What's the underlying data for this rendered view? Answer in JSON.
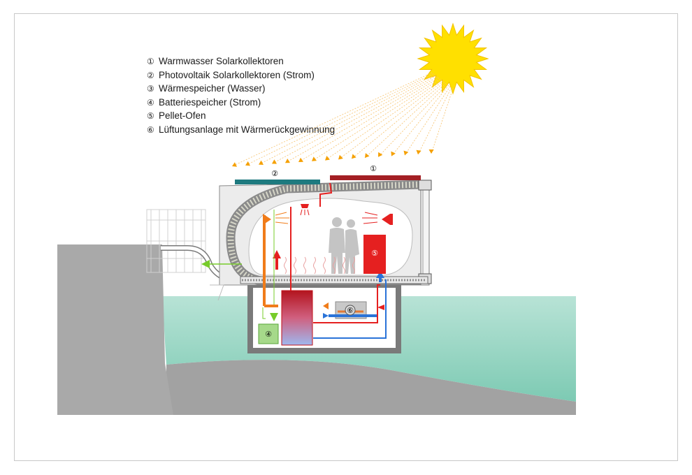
{
  "legend": {
    "items": [
      {
        "marker": "①",
        "label": "Warmwasser Solarkollektoren"
      },
      {
        "marker": "②",
        "label": "Photovoltaik Solarkollektoren (Strom)"
      },
      {
        "marker": "③",
        "label": "Wärmespeicher (Wasser)"
      },
      {
        "marker": "④",
        "label": "Batteriespeicher (Strom)"
      },
      {
        "marker": "⑤",
        "label": "Pellet-Ofen"
      },
      {
        "marker": "⑥",
        "label": "Lüftungsanlage mit Wärmerückgewinnung"
      }
    ]
  },
  "markers": {
    "solar_thermal": "①",
    "photovoltaic": "②",
    "battery": "④",
    "pellet_stove": "⑤",
    "ventilation": "⑥"
  },
  "colors": {
    "sun": "#ffe000",
    "sun_rays": "#f5a000",
    "water": "#9fd8c7",
    "water_deep": "#80ccb6",
    "ground": "#a8a8a8",
    "photovoltaic_panel": "#1e7a7f",
    "solar_thermal_panel": "#a31f24",
    "hot": "#e52020",
    "warm": "#f07c1a",
    "cold": "#2a73d8",
    "exhaust": "#77cc2a"
  }
}
